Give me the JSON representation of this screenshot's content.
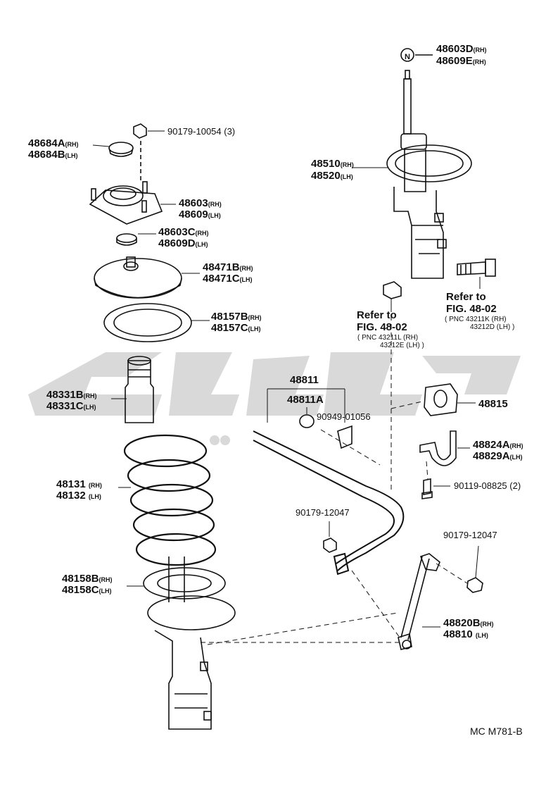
{
  "labels": {
    "l48603D": {
      "num": "48603D",
      "sfx": "(RH)"
    },
    "l48609E": {
      "num": "48609E",
      "sfx": "(RH)"
    },
    "l48510": {
      "num": "48510",
      "sfx": "(RH)"
    },
    "l48520": {
      "num": "48520",
      "sfx": "(LH)"
    },
    "l90179_10054": "90179-10054 (3)",
    "l48684A": {
      "num": "48684A",
      "sfx": "(RH)"
    },
    "l48684B": {
      "num": "48684B",
      "sfx": "(LH)"
    },
    "l48603": {
      "num": "48603",
      "sfx": "(RH)"
    },
    "l48609": {
      "num": "48609",
      "sfx": "(LH)"
    },
    "l48603C": {
      "num": "48603C",
      "sfx": "(RH)"
    },
    "l48609D": {
      "num": "48609D",
      "sfx": "(LH)"
    },
    "l48471B": {
      "num": "48471B",
      "sfx": "(RH)"
    },
    "l48471C": {
      "num": "48471C",
      "sfx": "(LH)"
    },
    "l48157B": {
      "num": "48157B",
      "sfx": "(RH)"
    },
    "l48157C": {
      "num": "48157C",
      "sfx": "(LH)"
    },
    "ref1_a": "Refer to",
    "ref1_b": "FIG. 48-02",
    "ref1_c": "( PNC 43211K (RH)",
    "ref1_d": "43212D (LH) )",
    "ref2_a": "Refer to",
    "ref2_b": "FIG. 48-02",
    "ref2_c": "( PNC 43211L (RH)",
    "ref2_d": "43212E (LH) )",
    "l48331B": {
      "num": "48331B",
      "sfx": "(RH)"
    },
    "l48331C": {
      "num": "48331C",
      "sfx": "(LH)"
    },
    "l48811": "48811",
    "l48811A": "48811A",
    "l90949": "90949-01056",
    "l48815": "48815",
    "l48824A": {
      "num": "48824A",
      "sfx": "(RH)"
    },
    "l48829A": {
      "num": "48829A",
      "sfx": "(LH)"
    },
    "l90119": "90119-08825 (2)",
    "l48131": {
      "num": "48131",
      "sfx": "(RH)"
    },
    "l48132": {
      "num": "48132",
      "sfx": "(LH)"
    },
    "l90179_12047a": "90179-12047",
    "l90179_12047b": "90179-12047",
    "l48158B": {
      "num": "48158B",
      "sfx": "(RH)"
    },
    "l48158C": {
      "num": "48158C",
      "sfx": "(LH)"
    },
    "l48820B": {
      "num": "48820B",
      "sfx": "(RH)"
    },
    "l48810": {
      "num": "48810",
      "sfx": "(LH)"
    },
    "figcode": "MC M781-B",
    "n_symbol": "N"
  },
  "colors": {
    "ink": "#111111",
    "watermark": "#d9d9d9",
    "paper": "#ffffff"
  }
}
